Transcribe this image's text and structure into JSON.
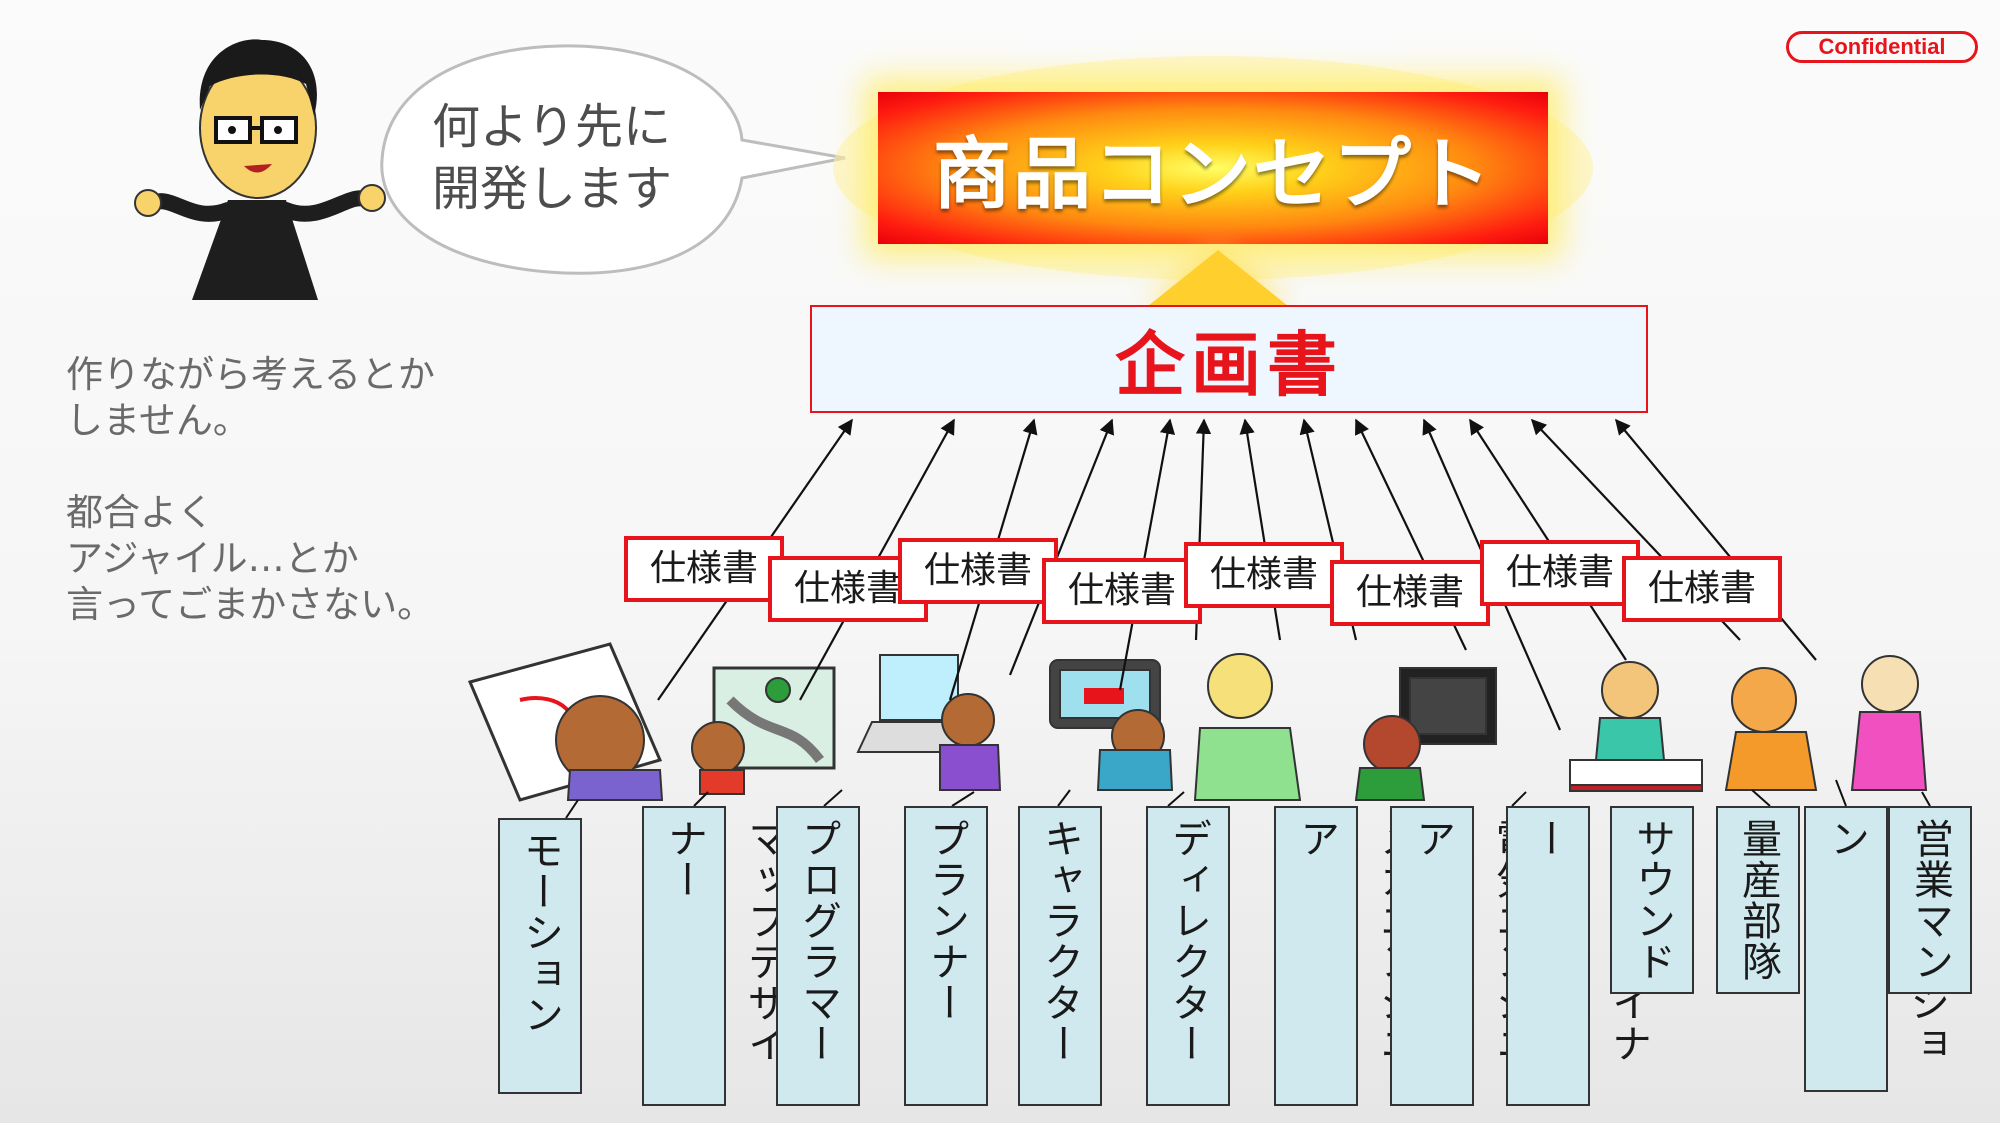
{
  "badge": "Confidential",
  "concept": "商品コンセプト",
  "plan": "企画書",
  "spec_label": "仕様書",
  "bubble": "何より先に\n開発します",
  "side_text_1": "作りながら考えるとか\nしません。",
  "side_text_2": "都合よく\nアジャイル…とか\n言ってごまかさない。",
  "roles": {
    "motion": "モーション",
    "map_designer": "マップデザイナー",
    "programmer": "プログラマー",
    "planner": "プランナー",
    "character": "キャラクター",
    "director": "ディレクター",
    "mecha_engineer": "メカエンジニア",
    "electrical_engineer": "電気エンジニア",
    "mechanical_designer": "機械デザイナー",
    "sound": "サウンド",
    "mass_production": "量産部隊",
    "promotion": "プロモーション",
    "sales": "営業マン"
  },
  "colors": {
    "accent_red": "#e8141b",
    "role_fill": "#cfe9ee",
    "plan_fill": "#eef7ff"
  }
}
